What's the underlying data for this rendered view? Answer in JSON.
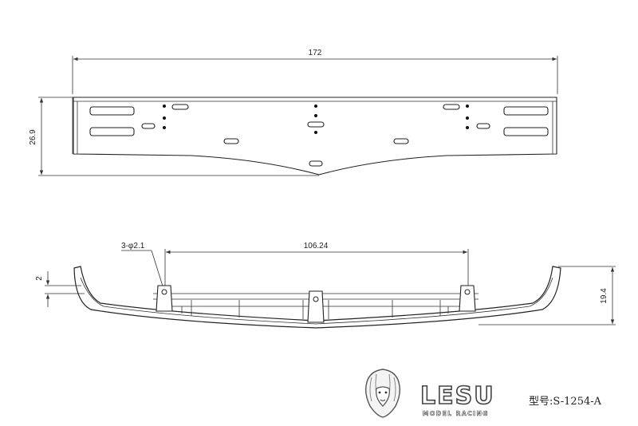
{
  "dimensions": {
    "top_width": "172",
    "top_height": "26.9",
    "hole_spacing": "106.24",
    "hole_callout": "3-φ2.1",
    "side_offset": "2",
    "side_height": "19.4"
  },
  "brand": {
    "name": "LESU",
    "subtitle": "MODEL RACING",
    "model_number": "型号:S-1254-A",
    "logo_icon": "lion-head-icon"
  }
}
